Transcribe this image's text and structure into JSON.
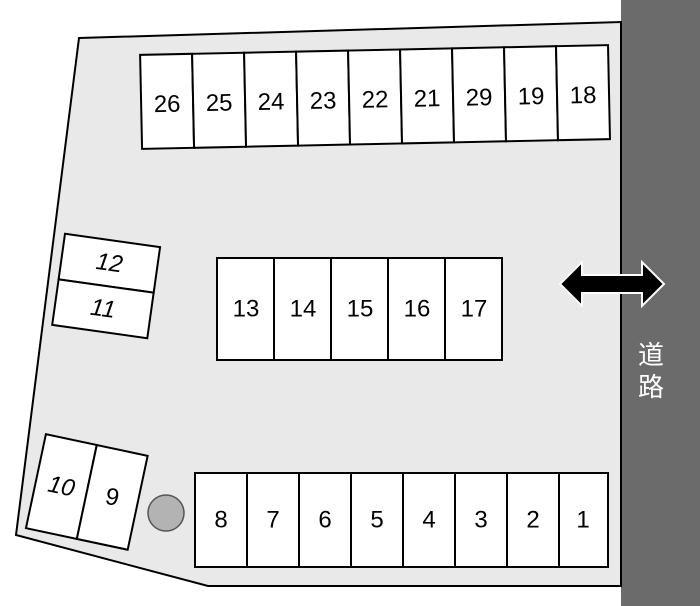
{
  "road": {
    "label_top": "道",
    "label_bottom": "路"
  },
  "stalls": {
    "s26": "26",
    "s25": "25",
    "s24": "24",
    "s23": "23",
    "s22": "22",
    "s21": "21",
    "s29": "29",
    "s19": "19",
    "s18": "18",
    "s12": "12",
    "s11": "11",
    "s13": "13",
    "s14": "14",
    "s15": "15",
    "s16": "16",
    "s17": "17",
    "s10": "10",
    "s9": "9",
    "s8": "8",
    "s7": "7",
    "s6": "6",
    "s5": "5",
    "s4": "4",
    "s3": "3",
    "s2": "2",
    "s1": "1"
  },
  "colors": {
    "lot": "#e9e9e9",
    "road": "#6b6b6b",
    "stall": "#ffffff",
    "marker": "#b3b3b3"
  },
  "icons": {
    "entrance": "double-arrow-icon",
    "obstacle": "circle-marker-icon"
  }
}
